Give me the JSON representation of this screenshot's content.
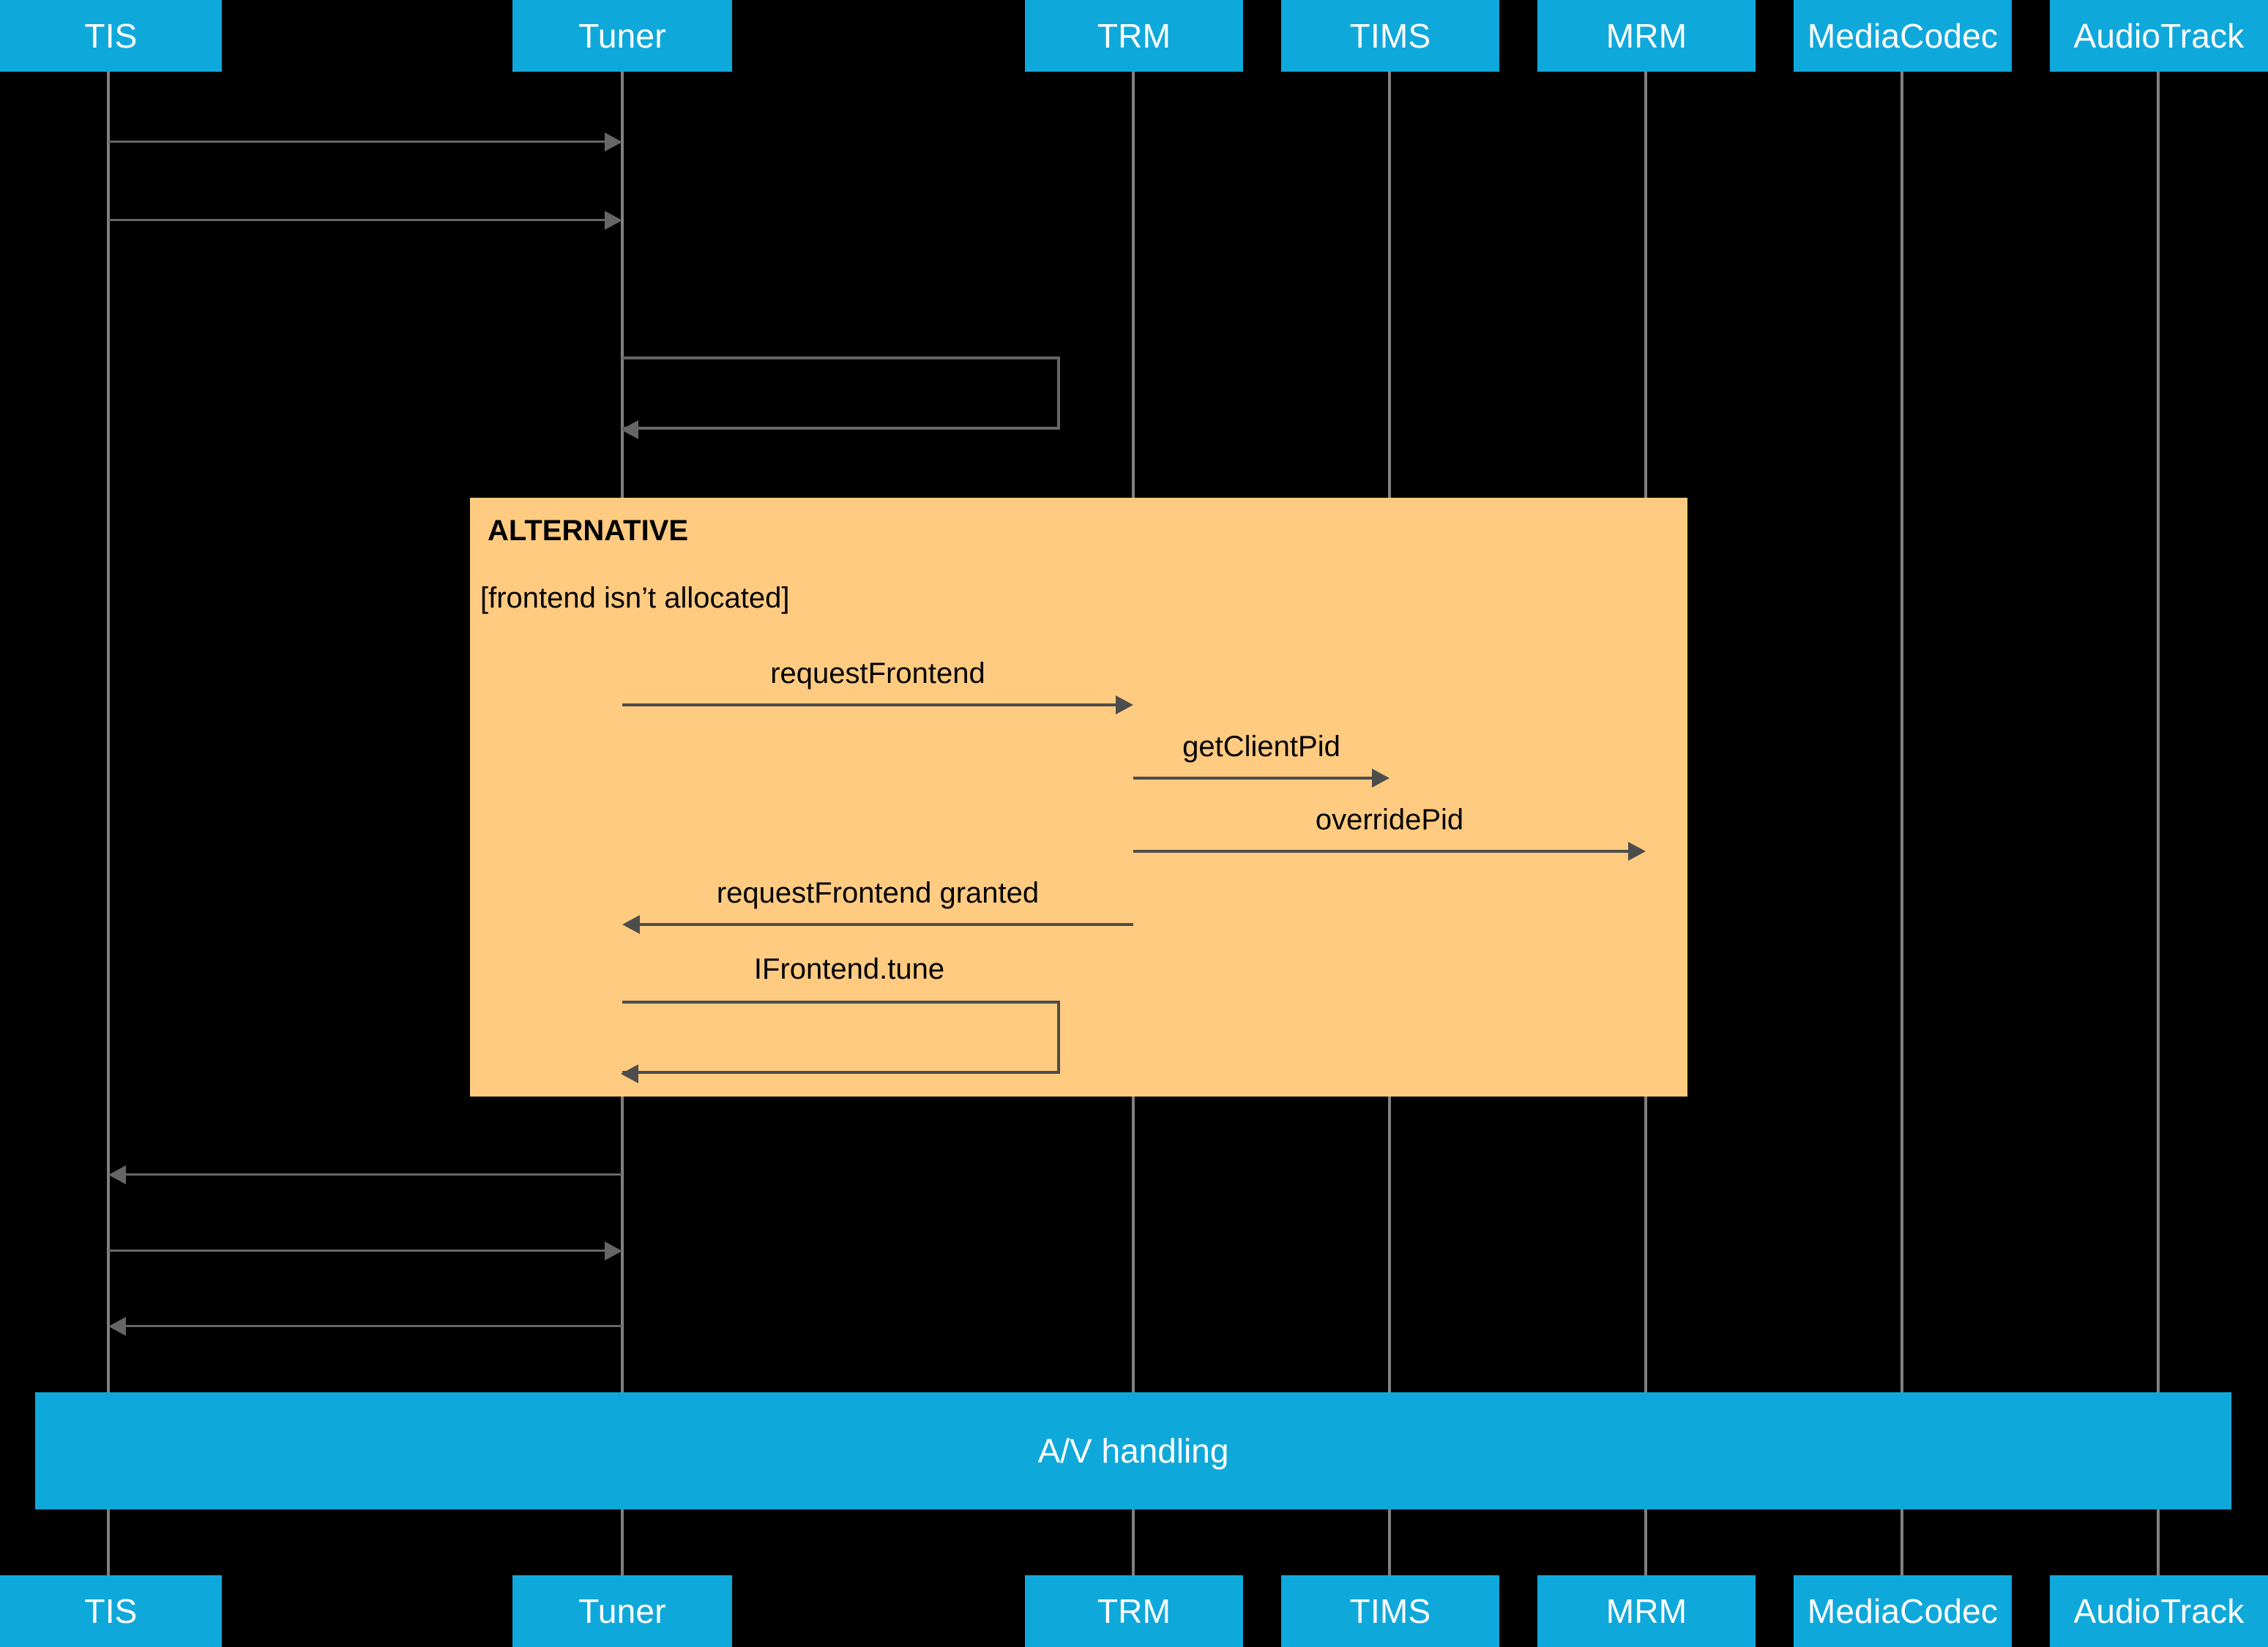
{
  "diagram": {
    "type": "uml-sequence-diagram",
    "title": "A/V handling",
    "background_color": "#000000",
    "participant_color": "#0FA8DB",
    "fragment_color": "#FFCB80",
    "line_color": "#4D4D4D"
  },
  "participants": [
    {
      "id": "tis",
      "label": "TIS"
    },
    {
      "id": "tuner",
      "label": "Tuner"
    },
    {
      "id": "trm",
      "label": "TRM"
    },
    {
      "id": "tims",
      "label": "TIMS"
    },
    {
      "id": "mrm",
      "label": "MRM"
    },
    {
      "id": "mediacodec",
      "label": "MediaCodec"
    },
    {
      "id": "audiotrack",
      "label": "AudioTrack"
    }
  ],
  "fragment": {
    "operator": "ALTERNATIVE",
    "guard": "[frontend isn’t allocated]"
  },
  "messages": [
    {
      "id": "m1",
      "label": "",
      "from": "tis",
      "to": "tuner"
    },
    {
      "id": "m2",
      "label": "",
      "from": "tis",
      "to": "tuner"
    },
    {
      "id": "m3",
      "label": "",
      "from": "tuner",
      "to": "tuner",
      "self": true
    },
    {
      "id": "m4",
      "label": "requestFrontend",
      "from": "tuner",
      "to": "trm"
    },
    {
      "id": "m5",
      "label": "getClientPid",
      "from": "trm",
      "to": "tims"
    },
    {
      "id": "m6",
      "label": "overridePid",
      "from": "trm",
      "to": "mrm"
    },
    {
      "id": "m7",
      "label": "requestFrontend granted",
      "from": "trm",
      "to": "tuner",
      "return": true
    },
    {
      "id": "m8",
      "label": "IFrontend.tune",
      "from": "tuner",
      "to": "tuner",
      "self": true
    },
    {
      "id": "m9",
      "label": "",
      "from": "tuner",
      "to": "tis",
      "return": true
    },
    {
      "id": "m10",
      "label": "",
      "from": "tis",
      "to": "tuner"
    },
    {
      "id": "m11",
      "label": "",
      "from": "tuner",
      "to": "tis",
      "return": true
    }
  ],
  "band": {
    "label": "A/V handling"
  }
}
